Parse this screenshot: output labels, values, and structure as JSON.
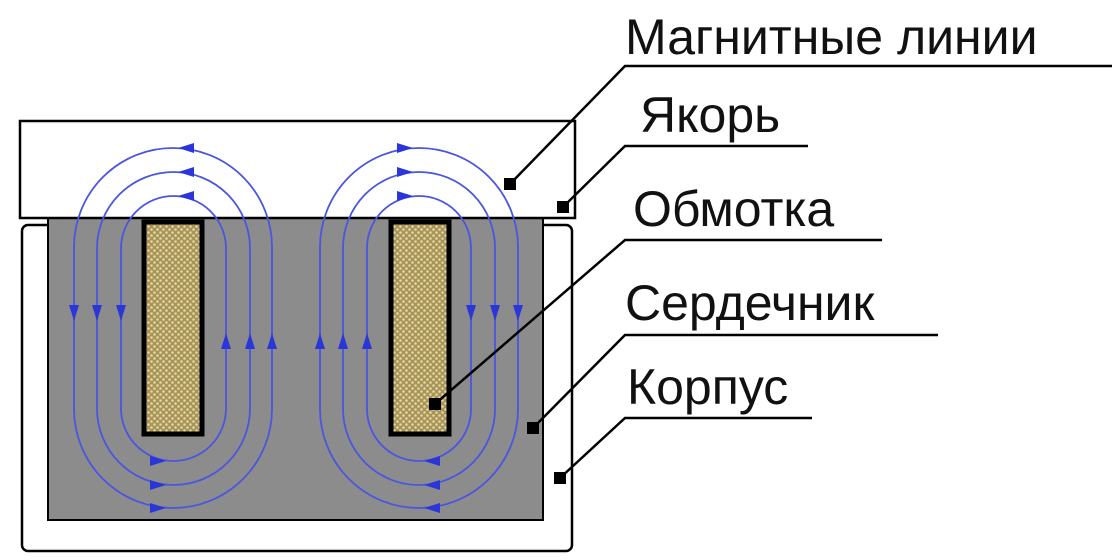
{
  "labels": {
    "magnetic_lines": "Магнитные линии",
    "armature": "Якорь",
    "winding": "Обмотка",
    "core": "Сердечник",
    "housing": "Корпус"
  },
  "colors": {
    "core_fill": "#8c8c8c",
    "flux_line": "#4a55e0",
    "winding_fill": "#b3a266",
    "outline": "#000000"
  }
}
